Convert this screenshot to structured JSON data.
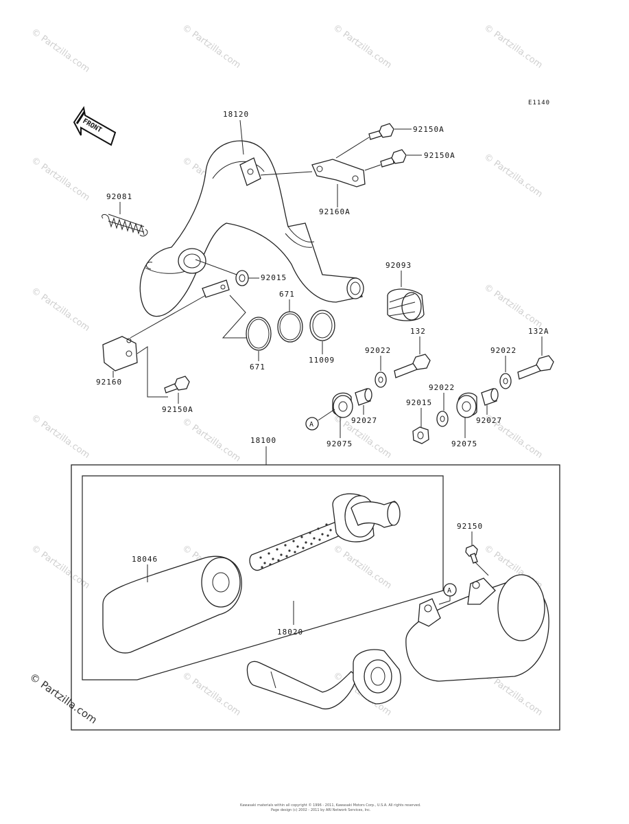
{
  "diagram_code": "E1140",
  "front_arrow_label": "FRONT",
  "callouts": {
    "p18120": "18120",
    "p92150A_1": "92150A",
    "p92150A_2": "92150A",
    "p92160A": "92160A",
    "p92081": "92081",
    "p92093": "92093",
    "p92015_a": "92015",
    "p671_a": "671",
    "p671_b": "671",
    "p11009": "11009",
    "p92160": "92160",
    "p92150A_3": "92150A",
    "p92022_a": "92022",
    "p132": "132",
    "p92022_b": "92022",
    "p132A": "132A",
    "p92022_c": "92022",
    "p92015_b": "92015",
    "p92027_a": "92027",
    "p92027_b": "92027",
    "p92075_a": "92075",
    "p92075_b": "92075",
    "p18100": "18100",
    "p92150": "92150",
    "p18046": "18046",
    "p18020": "18020",
    "ref_a_1": "A",
    "ref_a_2": "A"
  },
  "watermark": "© Partzilla.com",
  "footer_line1": "Kawasaki materials within all copyright © 1996 - 2011, Kawasaki Motors Corp., U.S.A. All rights reserved.",
  "footer_line2": "Page design (c) 2002 - 2011 by ARI Network Services, Inc."
}
